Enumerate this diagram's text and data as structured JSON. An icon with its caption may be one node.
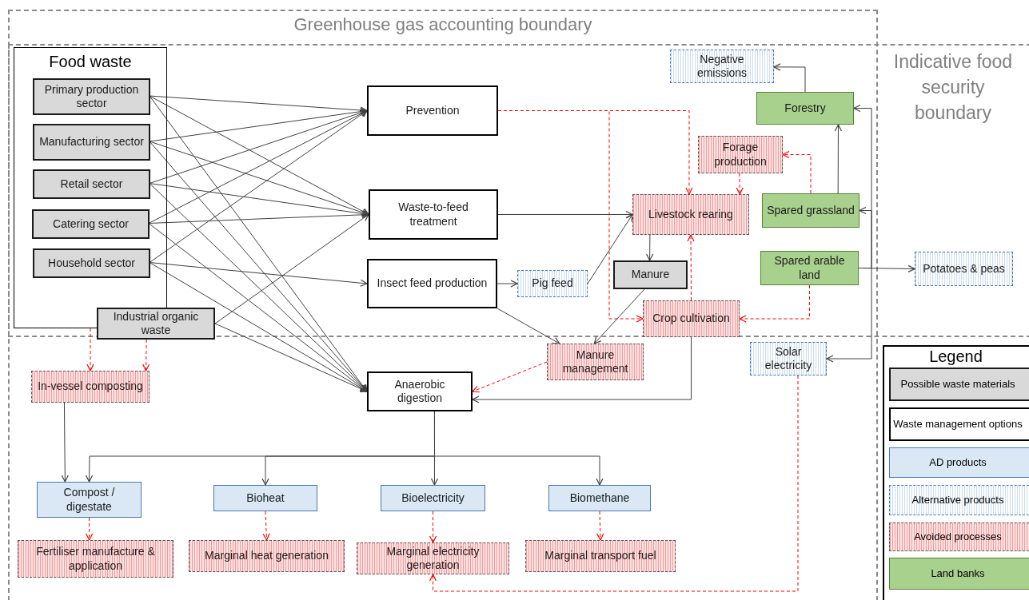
{
  "diagram": {
    "nodes": [
      {
        "text": [
          "Food waste"
        ]
      },
      {
        "text": [
          "Primary production sector"
        ],
        "in": 0
      },
      {
        "text": [
          "Manufacturing sector"
        ],
        "in": 0
      },
      {
        "text": [
          "Retail sector"
        ],
        "in": 0
      },
      {
        "text": [
          "Catering sector"
        ],
        "in": 0
      },
      {
        "text": [
          "Household sector"
        ],
        "in": 0
      },
      {
        "text": [
          "Industrial organic waste"
        ]
      },
      {
        "text": [
          "Prevention"
        ]
      },
      {
        "text": [
          "Waste-to-feed treatment"
        ]
      },
      {
        "text": [
          "Insect feed production"
        ]
      },
      {
        "text": [
          "Anaerobic digestion"
        ]
      },
      {
        "text": [
          "Pig feed"
        ]
      },
      {
        "text": [
          "Livestock rearing"
        ]
      },
      {
        "text": [
          "Manure"
        ]
      },
      {
        "text": [
          "Crop cultivation"
        ]
      },
      {
        "text": [
          "Manure management"
        ]
      },
      {
        "text": [
          "In-vessel composting"
        ]
      },
      {
        "text": [
          "Negative emissions"
        ]
      },
      {
        "text": [
          "Forestry"
        ]
      },
      {
        "text": [
          "Forage production"
        ]
      },
      {
        "text": [
          "Spared grassland"
        ]
      },
      {
        "text": [
          "Spared arable land"
        ]
      },
      {
        "text": [
          "Potatoes & peas"
        ]
      },
      {
        "text": [
          "Solar electricity"
        ]
      },
      {
        "text": [
          "Compost / digestate"
        ]
      },
      {
        "text": [
          "Bioheat"
        ]
      },
      {
        "text": [
          "Bioelectricity"
        ]
      },
      {
        "text": [
          "Biomethane"
        ]
      },
      {
        "text": [
          "Fertiliser manufacture & application"
        ]
      },
      {
        "text": [
          "Marginal heat generation"
        ]
      },
      {
        "text": [
          "Marginal electricity generation"
        ]
      },
      {
        "text": [
          "Marginal transport fuel"
        ]
      }
    ],
    "edges": [
      {
        "from": 1,
        "to": 7,
        "arrow": "to"
      },
      {
        "from": 2,
        "to": 7,
        "arrow": "to"
      },
      {
        "from": 3,
        "to": 7,
        "arrow": "to"
      },
      {
        "from": 4,
        "to": 7,
        "arrow": "to"
      },
      {
        "from": 5,
        "to": 7,
        "arrow": "to"
      },
      {
        "from": 1,
        "to": 8,
        "arrow": "to"
      },
      {
        "from": 2,
        "to": 8,
        "arrow": "to"
      },
      {
        "from": 3,
        "to": 8,
        "arrow": "to"
      },
      {
        "from": 4,
        "to": 8,
        "arrow": "to"
      },
      {
        "from": 6,
        "to": 8,
        "arrow": "to"
      },
      {
        "from": 5,
        "to": 9,
        "arrow": "to"
      },
      {
        "from": 1,
        "to": 10,
        "arrow": "to"
      },
      {
        "from": 2,
        "to": 10,
        "arrow": "to"
      },
      {
        "from": 3,
        "to": 10,
        "arrow": "to"
      },
      {
        "from": 4,
        "to": 10,
        "arrow": "to"
      },
      {
        "from": 5,
        "to": 10,
        "arrow": "to"
      },
      {
        "from": 6,
        "to": 10,
        "arrow": "to"
      },
      {
        "from": 0,
        "to": 16,
        "arrow": "to",
        "style": "dashed",
        "color": "#ff0000"
      },
      {
        "from": 6,
        "to": 16,
        "arrow": "to",
        "style": "dashed",
        "color": "#ff0000"
      },
      {
        "from": 7,
        "to": 12,
        "arrow": "to",
        "style": "dashed",
        "color": "#ff0000"
      },
      {
        "from": 7,
        "to": 14,
        "arrow": "to",
        "style": "dashed",
        "color": "#ff0000"
      },
      {
        "from": 8,
        "to": 12,
        "arrow": "to"
      },
      {
        "from": 9,
        "to": 11,
        "arrow": "to"
      },
      {
        "from": 11,
        "to": 12,
        "arrow": "to"
      },
      {
        "from": 9,
        "to": 15,
        "arrow": "to"
      },
      {
        "from": 12,
        "to": 13,
        "arrow": "to"
      },
      {
        "from": 13,
        "to": 15,
        "arrow": "to"
      },
      {
        "from": 14,
        "to": 12,
        "arrow": "to",
        "style": "dashed",
        "color": "#ff0000"
      },
      {
        "from": 15,
        "to": 10,
        "arrow": "to",
        "style": "dashed",
        "color": "#ff0000"
      },
      {
        "from": 14,
        "to": 10,
        "arrow": "to"
      },
      {
        "from": 18,
        "to": 17,
        "arrow": "to"
      },
      {
        "from": 20,
        "to": 18,
        "arrow": "to"
      },
      {
        "from": 20,
        "to": 19,
        "arrow": "to",
        "style": "dashed",
        "color": "#ff0000"
      },
      {
        "from": 19,
        "to": 12,
        "arrow": "to",
        "style": "dashed",
        "color": "#ff0000"
      },
      {
        "from": 21,
        "to": 14,
        "arrow": "to",
        "style": "dashed",
        "color": "#ff0000"
      },
      {
        "from": 21,
        "to": 22,
        "arrow": "to"
      },
      {
        "from": 21,
        "to": 18,
        "arrow": "to"
      },
      {
        "from": 21,
        "to": 20,
        "arrow": "to"
      },
      {
        "from": 21,
        "to": 23,
        "arrow": "to"
      },
      {
        "from": 23,
        "to": 30,
        "arrow": "to",
        "style": "dashed",
        "color": "#ff0000"
      },
      {
        "from": 16,
        "to": 24,
        "arrow": "to"
      },
      {
        "from": 10,
        "to": 24,
        "arrow": "to"
      },
      {
        "from": 10,
        "to": 25,
        "arrow": "to"
      },
      {
        "from": 10,
        "to": 26,
        "arrow": "to"
      },
      {
        "from": 10,
        "to": 27,
        "arrow": "to"
      },
      {
        "from": 24,
        "to": 28,
        "arrow": "to",
        "style": "dashed",
        "color": "#ff0000"
      },
      {
        "from": 25,
        "to": 29,
        "arrow": "to",
        "style": "dashed",
        "color": "#ff0000"
      },
      {
        "from": 26,
        "to": 30,
        "arrow": "to",
        "style": "dashed",
        "color": "#ff0000"
      },
      {
        "from": 27,
        "to": 31,
        "arrow": "to",
        "style": "dashed",
        "color": "#ff0000"
      }
    ],
    "labels": [
      "Greenhouse gas accounting boundary",
      "Indicative food security boundary",
      "Legend"
    ],
    "legend": [
      {
        "text": "Possible waste materials",
        "color": "#d9d9d9"
      },
      {
        "text": "Waste management options",
        "color": "#ffffff"
      },
      {
        "text": "AD products",
        "color": "#dae8f5"
      },
      {
        "text": "Alternative products"
      },
      {
        "text": "Avoided processes"
      },
      {
        "text": "Land banks",
        "color": "#a9d18e"
      }
    ]
  }
}
